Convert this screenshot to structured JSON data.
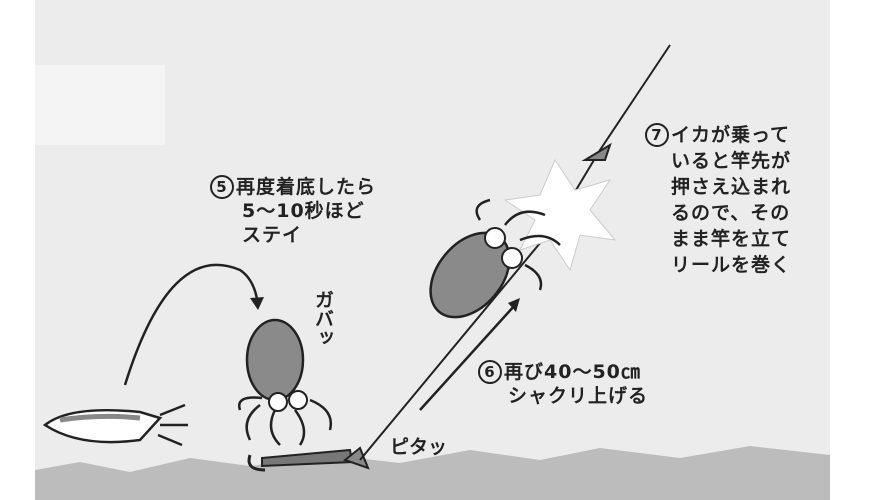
{
  "colors": {
    "background": "#ececec",
    "seabed": "#bcbcbc",
    "squid_body": "#8a8a8a",
    "line": "#222222"
  },
  "steps": [
    {
      "number": "5",
      "lines": [
        "再度着底したら",
        "5〜10秒ほど",
        "ステイ"
      ]
    },
    {
      "number": "6",
      "lines": [
        "再び40〜50㎝",
        "シャクリ上げる"
      ]
    },
    {
      "number": "7",
      "lines": [
        "イカが乗って",
        "いると竿先が",
        "押さえ込まれ",
        "るので、その",
        "まま竿を立て",
        "リールを巻く"
      ]
    }
  ],
  "sound_effects": {
    "gaba": "ガバッ",
    "pita": "ピタッ"
  }
}
